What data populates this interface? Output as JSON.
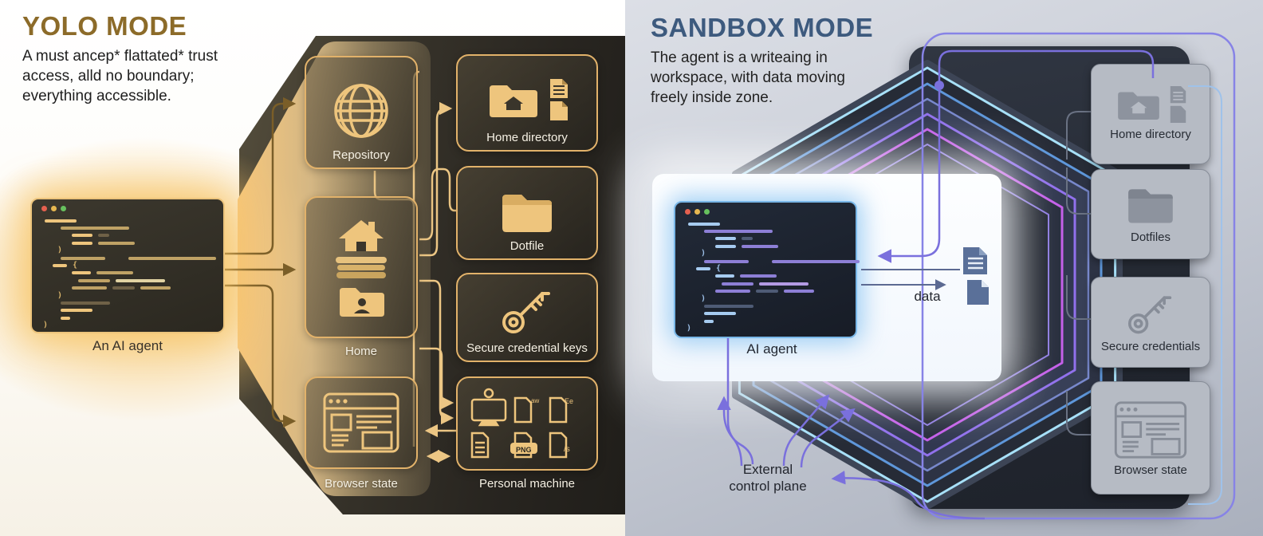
{
  "left": {
    "title": "YOLO MODE",
    "description": "A must ancep* flattated* trust access, alld no boundary; everything accessible.",
    "agent_label": "An AI agent",
    "boxes": {
      "repository": "Repository",
      "home": "Home",
      "browser_state": "Browser state",
      "home_directory": "Home directory",
      "dotfile": "Dotfile",
      "secure": "Secure credential keys",
      "personal": "Personal machine"
    },
    "file_badges": {
      "f1": "aw",
      "f2": "Ee",
      "f4": "PNG",
      "f5": "/s"
    }
  },
  "right": {
    "title": "SANDBOX MODE",
    "description": "The agent is a writeaing in workspace, with data moving freely inside zone.",
    "agent_label": "AI agent",
    "data_label": "data",
    "control_line1": "External",
    "control_line2": "control plane",
    "boxes": {
      "home_directory": "Home directory",
      "dotfiles": "Dotfiles",
      "secure": "Secure credentials",
      "browser_state": "Browser state"
    }
  },
  "colors": {
    "yolo_title": "#8c6b29",
    "sandbox_title": "#3d5a7e",
    "gold_accent": "#e2b26a",
    "purple_accent": "#7a70dd",
    "cyan_ring": "#a7e0f8",
    "blue_ring": "#5e97da",
    "violet_ring": "#9171ec",
    "magenta_ring": "#c45fe9"
  },
  "code": {
    "lines": [
      {
        "m": 6,
        "items": [
          {
            "w": 40,
            "c": 1
          }
        ]
      },
      {
        "m": 26,
        "items": [
          {
            "w": 86,
            "c": 2
          }
        ]
      },
      {
        "m": 40,
        "items": [
          {
            "w": 26,
            "c": 1
          },
          {
            "w": 14,
            "c": 3
          }
        ]
      },
      {
        "m": 40,
        "items": [
          {
            "w": 26,
            "c": 1
          },
          {
            "w": 46,
            "c": 2
          }
        ]
      },
      {
        "m": 22,
        "items": [
          {
            "t": ")"
          }
        ]
      },
      {
        "m": 26,
        "items": [
          {
            "w": 56,
            "c": 2
          },
          {
            "g": 22
          },
          {
            "w": 110,
            "c": 2
          }
        ]
      },
      {
        "m": 16,
        "items": [
          {
            "w": 18,
            "c": 1
          },
          {
            "t": "{"
          }
        ]
      },
      {
        "m": 40,
        "items": [
          {
            "w": 24,
            "c": 1
          },
          {
            "w": 46,
            "c": 2
          }
        ]
      },
      {
        "m": 48,
        "items": [
          {
            "w": 40,
            "c": 2
          },
          {
            "w": 62,
            "c": 4
          }
        ]
      },
      {
        "m": 40,
        "items": [
          {
            "w": 44,
            "c": 2
          },
          {
            "w": 28,
            "c": 3
          },
          {
            "w": 38,
            "c": 2
          }
        ]
      },
      {
        "m": 22,
        "items": [
          {
            "t": ")"
          }
        ]
      },
      {
        "m": 26,
        "items": [
          {
            "w": 62,
            "c": 3
          }
        ]
      },
      {
        "m": 26,
        "items": [
          {
            "w": 40,
            "c": 1
          }
        ]
      },
      {
        "m": 26,
        "items": [
          {
            "w": 12,
            "c": 1
          }
        ]
      },
      {
        "m": 4,
        "items": [
          {
            "t": ")"
          }
        ]
      }
    ]
  }
}
